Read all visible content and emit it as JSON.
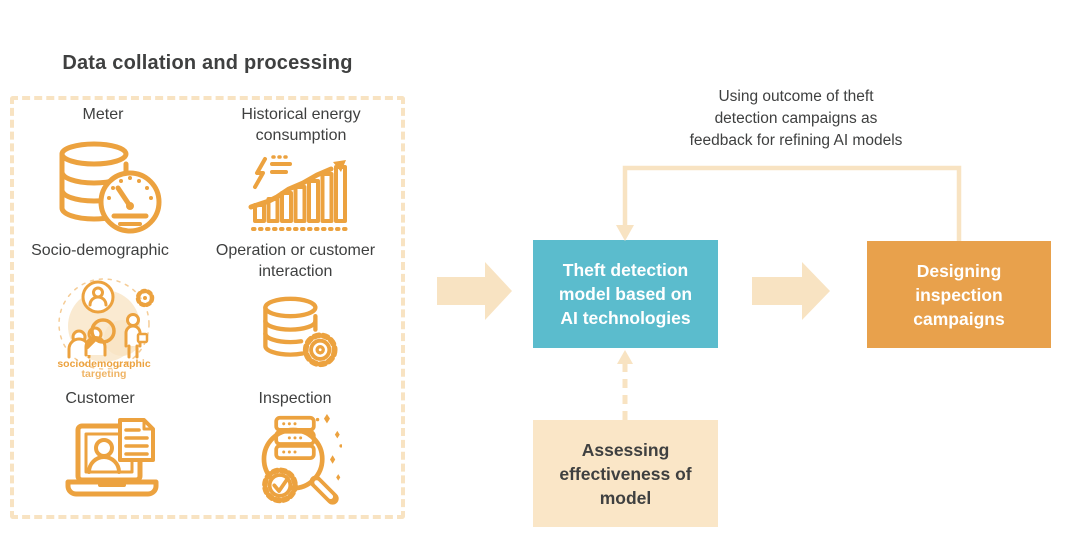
{
  "theme": {
    "orange": "#E8A14C",
    "icon_orange": "#ECA23F",
    "teal": "#5BBCCD",
    "cream": "#F8E3C2",
    "cream_box": "#FAE6C7",
    "text_dark": "#3F4040",
    "bg": "#FFFFFF"
  },
  "panel": {
    "title": "Data collation and processing",
    "items": [
      {
        "label": "Meter",
        "icon": "meter-database-gauge-icon"
      },
      {
        "label": "Historical energy consumption",
        "icon": "energy-trend-chart-icon"
      },
      {
        "label": "Socio-demographic",
        "icon": "sociodemographic-targeting-icon",
        "icon_caption_line1": "sociodemographic",
        "icon_caption_line2": "targeting"
      },
      {
        "label": "Operation or customer interaction",
        "icon": "database-gear-icon"
      },
      {
        "label": "Customer",
        "icon": "laptop-person-document-icon"
      },
      {
        "label": "Inspection",
        "icon": "server-magnifier-check-icon"
      }
    ]
  },
  "flow": {
    "theft_box": {
      "lines": [
        "Theft detection",
        "model based on",
        "AI technologies"
      ]
    },
    "designing_box": {
      "lines": [
        "Designing",
        "inspection",
        "campaigns"
      ]
    },
    "assessing_box": {
      "lines": [
        "Assessing",
        "effectiveness of",
        "model"
      ]
    },
    "feedback_note": {
      "lines": [
        "Using outcome of theft",
        "detection campaigns as",
        "feedback for refining AI models"
      ]
    }
  }
}
